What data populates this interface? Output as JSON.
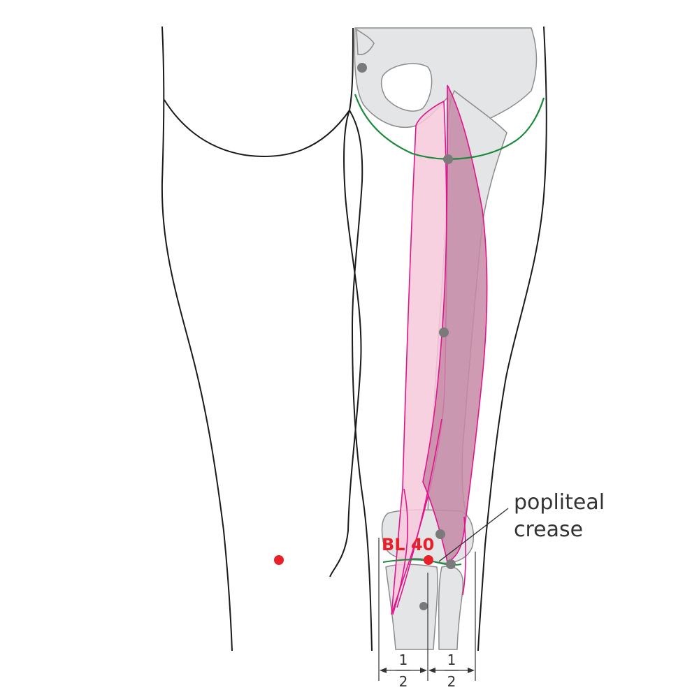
{
  "labels": {
    "point_name": "BL 40",
    "crease_line1": "popliteal",
    "crease_line2": "crease",
    "fraction_left_num": "1",
    "fraction_left_den": "2",
    "fraction_right_num": "1",
    "fraction_right_den": "2"
  },
  "colors": {
    "outline": "#1a1a1a",
    "bone_fill": "#e4e5e6",
    "bone_stroke": "#8c8c8c",
    "muscle_light": "#f7c9dc",
    "muscle_dark": "#c58aa6",
    "muscle_stroke": "#e0148c",
    "crease": "#1a8a3a",
    "acupoint": "#e8202a",
    "landmark": "#7a7a7a",
    "label_red": "#e8202a",
    "text": "#333333"
  }
}
